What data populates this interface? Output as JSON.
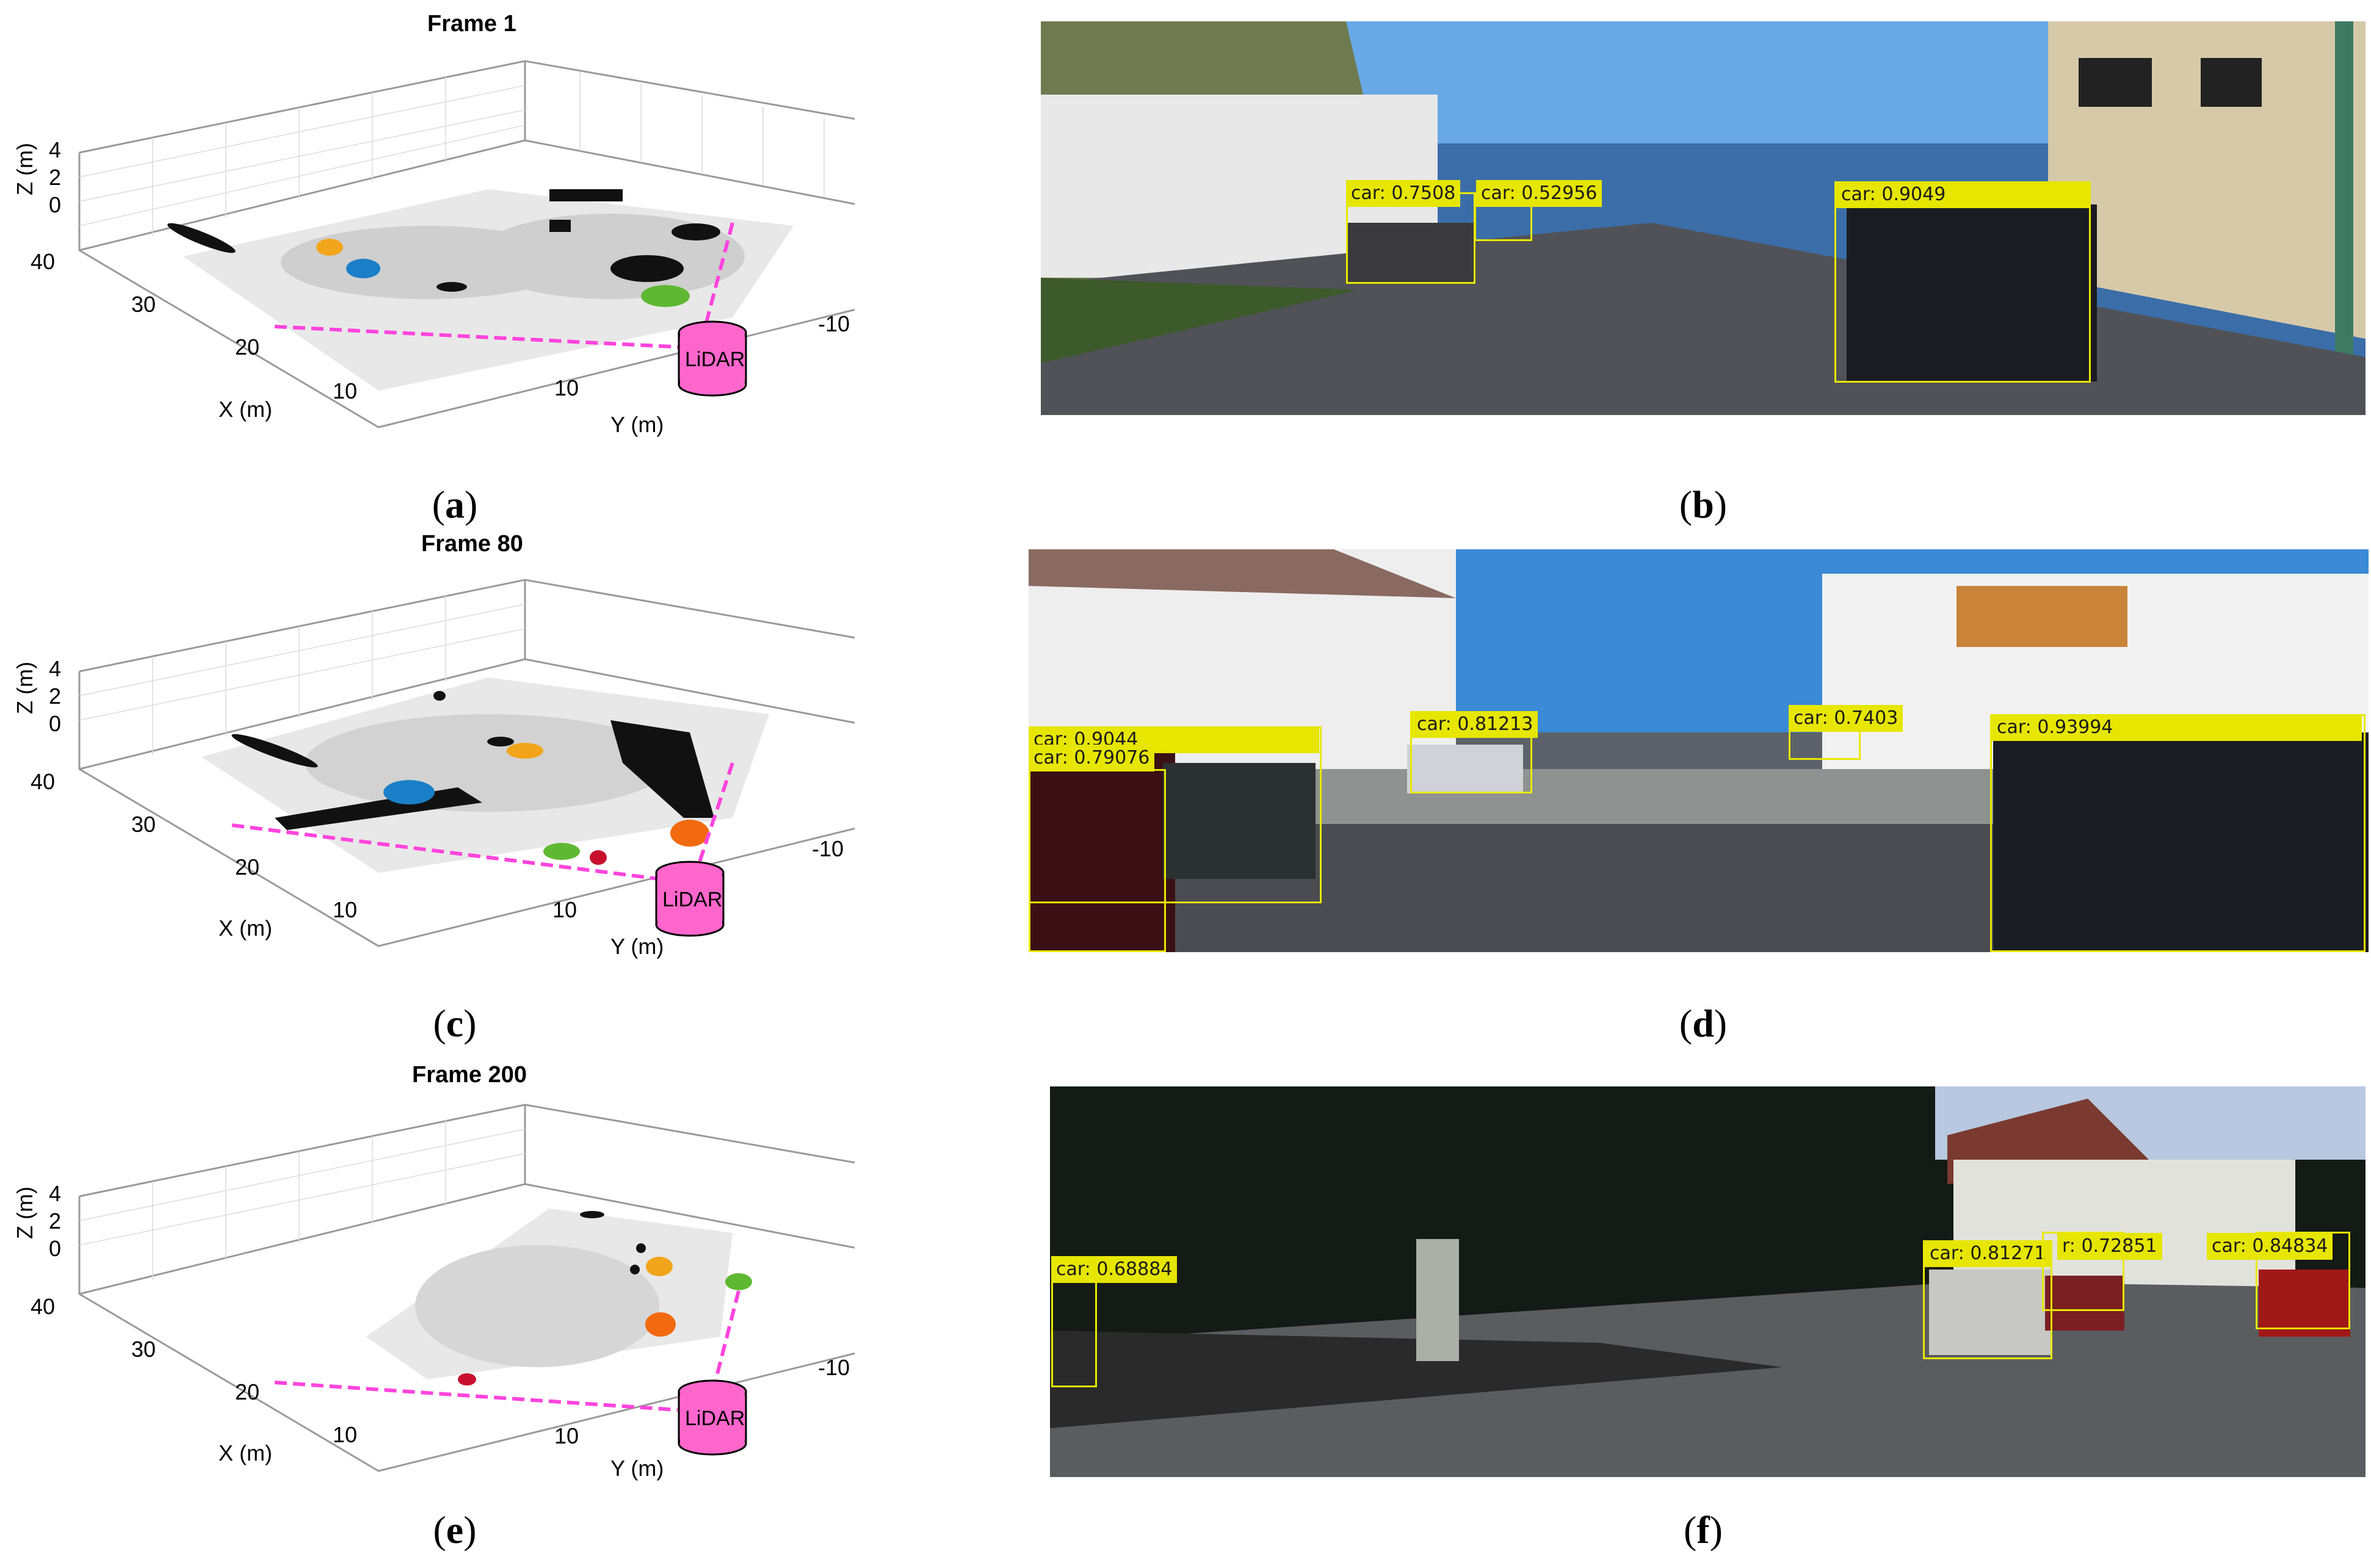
{
  "figure": {
    "panels": [
      {
        "id": "a",
        "caption_letter": "a",
        "title": "Frame 1",
        "xlabel": "X (m)",
        "ylabel": "Y (m)",
        "zlabel": "Z (m)",
        "x_ticks": [
          "10",
          "20",
          "30",
          "40"
        ],
        "y_ticks": [
          "10",
          "-10"
        ],
        "z_ticks": [
          "4",
          "2",
          "0"
        ],
        "sensor_label": "LiDAR"
      },
      {
        "id": "c",
        "caption_letter": "c",
        "title": "Frame 80",
        "xlabel": "X (m)",
        "ylabel": "Y (m)",
        "zlabel": "Z (m)",
        "x_ticks": [
          "10",
          "20",
          "30",
          "40"
        ],
        "y_ticks": [
          "10",
          "-10"
        ],
        "z_ticks": [
          "4",
          "2",
          "0"
        ],
        "sensor_label": "LiDAR"
      },
      {
        "id": "e",
        "caption_letter": "e",
        "title": "Frame 200",
        "xlabel": "X (m)",
        "ylabel": "Y (m)",
        "zlabel": "Z (m)",
        "x_ticks": [
          "10",
          "20",
          "30",
          "40"
        ],
        "y_ticks": [
          "10",
          "-10"
        ],
        "z_ticks": [
          "4",
          "2",
          "0"
        ],
        "sensor_label": "LiDAR"
      }
    ],
    "photos": [
      {
        "id": "b",
        "caption_letter": "b",
        "detections": [
          "car: 0.7508",
          "car: 0.52956",
          "car: 0.9049"
        ]
      },
      {
        "id": "d",
        "caption_letter": "d",
        "detections": [
          "car: 0.9044",
          "car: 0.79076",
          "car: 0.81213",
          "car: 0.7403",
          "car: 0.93994"
        ]
      },
      {
        "id": "f",
        "caption_letter": "f",
        "detections": [
          "car: 0.68884",
          "car: 0.81271",
          "r: 0.72851",
          "car: 0.84834"
        ]
      }
    ],
    "colors": {
      "sensor_fill": "#ff66cc",
      "fov_line": "#ff44dd",
      "cluster_orange": "#f2a51a",
      "cluster_blue": "#1a7fc8",
      "cluster_green": "#5fb832",
      "cluster_red": "#c8102e",
      "cluster_darkorange": "#f26a10",
      "label_yellow": "#e6e600"
    }
  }
}
